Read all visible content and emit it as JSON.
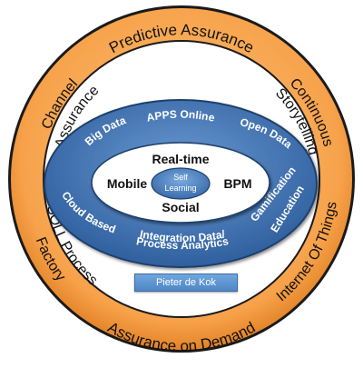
{
  "outer_ring": {
    "items": [
      "Predictive Assurance",
      "Continuous",
      "Storytelling",
      "Internet Of Things",
      "Assurance on Demand",
      "SOLL Process",
      "Factory",
      "Channel",
      "Assurance"
    ]
  },
  "middle_ring": {
    "items": [
      "Big Data",
      "APPS Online",
      "Open Data",
      "Cloud Based",
      "Integration Data/",
      "Process Analytics",
      "Gamification",
      "Education"
    ]
  },
  "inner_ring": {
    "items": [
      "Real-time",
      "Mobile",
      "BPM",
      "Social"
    ]
  },
  "core": {
    "line1": "Self",
    "line2": "Learning"
  },
  "caption": "Pieter de Kok",
  "colors": {
    "orange": "#f7a24b",
    "orange_dark": "#e07f22",
    "blue": "#3f74b6",
    "blue_light": "#6b9ad2",
    "white": "#ffffff",
    "text_dark": "#111111"
  }
}
